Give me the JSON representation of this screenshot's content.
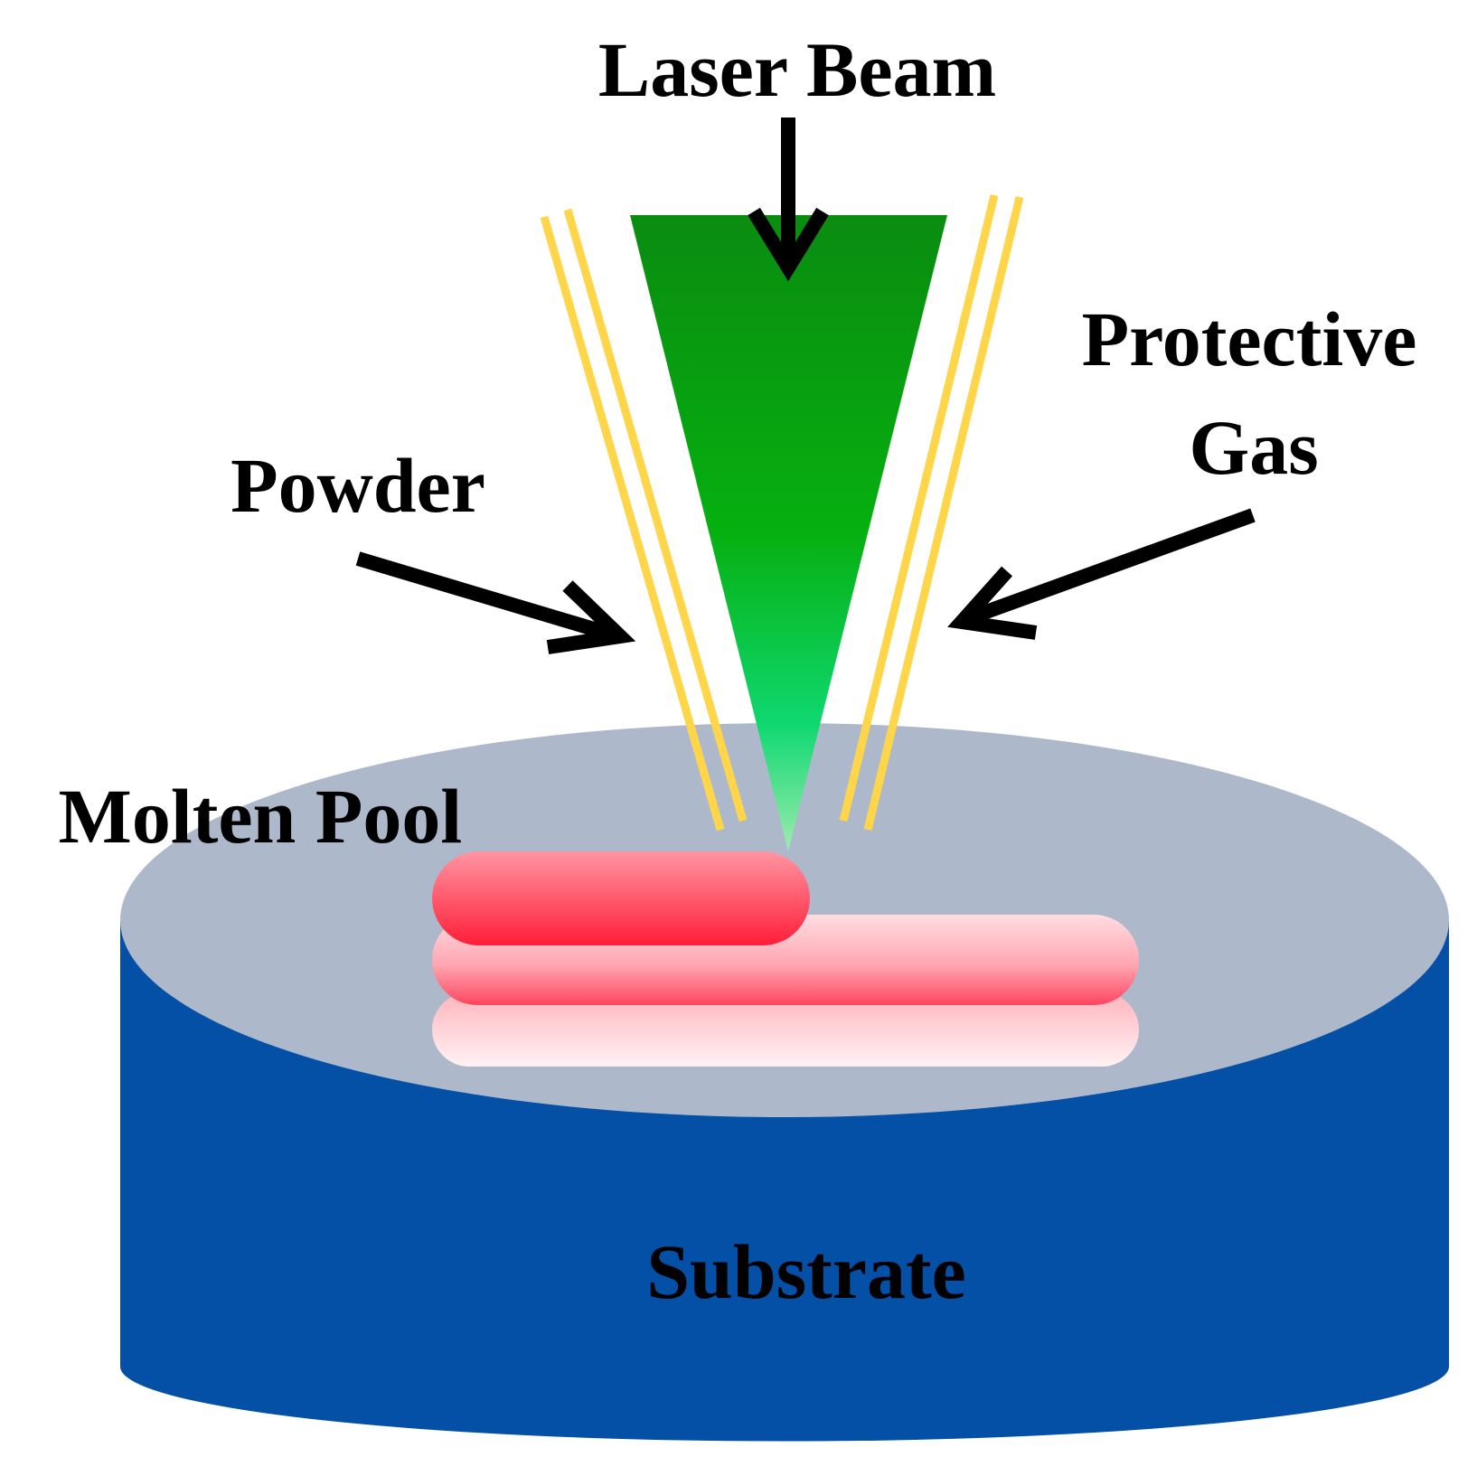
{
  "labels": {
    "laser_beam": "Laser Beam",
    "protective_gas_line1": "Protective",
    "protective_gas_line2": "Gas",
    "powder": "Powder",
    "molten_pool": "Molten Pool",
    "substrate": "Substrate"
  },
  "colors": {
    "substrate_side": "#0350a6",
    "substrate_top": "#adb9cb",
    "laser_top": "#0a8c10",
    "laser_mid": "#06b010",
    "laser_low": "#0fd870",
    "laser_tip": "#9cebb0",
    "nozzle": "#ffd54a",
    "pool_red": "#ff1e38",
    "pool_pink": "#ffb4bc",
    "pool_light": "#ffe9ec",
    "arrow": "#000000"
  }
}
